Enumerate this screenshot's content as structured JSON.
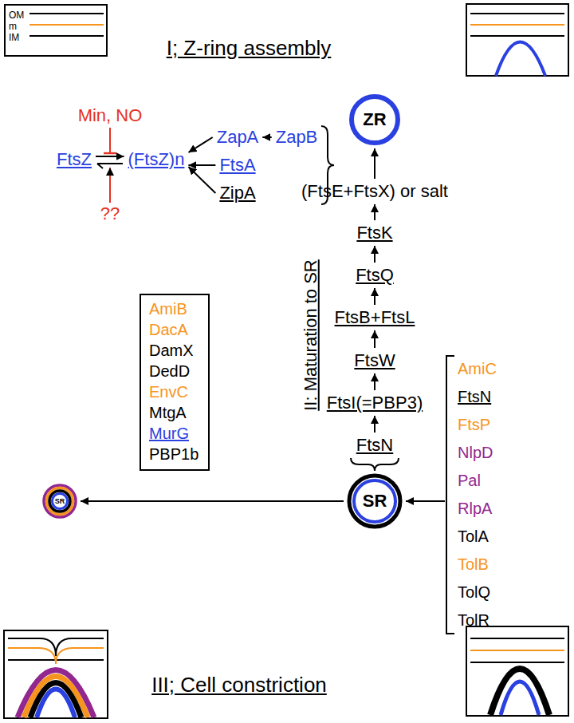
{
  "diagram": {
    "nodes": [
      {
        "text": [
          "OM",
          "m",
          "IM"
        ]
      },
      {
        "text": [
          "FtsZ"
        ]
      },
      {
        "text": [
          "(FtsZ)n"
        ]
      },
      {
        "text": [
          "ZapA"
        ]
      },
      {
        "text": [
          "ZapB"
        ]
      },
      {
        "text": [
          "FtsA"
        ]
      },
      {
        "text": [
          "ZipA"
        ]
      },
      {
        "text": [
          "ZR"
        ]
      },
      {
        "text": [
          "(FtsE+FtsX) or salt"
        ]
      },
      {
        "text": [
          "FtsK"
        ]
      },
      {
        "text": [
          "FtsQ"
        ]
      },
      {
        "text": [
          "FtsB+FtsL"
        ]
      },
      {
        "text": [
          "FtsW"
        ]
      },
      {
        "text": [
          "FtsI(=PBP3)"
        ]
      },
      {
        "text": [
          "FtsN"
        ]
      },
      {
        "text": [
          "SR"
        ]
      },
      {
        "text": [
          "SR"
        ]
      },
      {
        "text": [
          "AmiB",
          "DacA",
          "DamX",
          "DedD",
          "EnvC",
          "MtgA",
          "MurG",
          "PBP1b"
        ]
      }
    ],
    "edges": [
      {
        "from": 1,
        "to": 2,
        "arrow": "to"
      },
      {
        "from": 3,
        "to": 2,
        "arrow": "to"
      },
      {
        "from": 5,
        "to": 2,
        "arrow": "to"
      },
      {
        "from": 6,
        "to": 2,
        "arrow": "to"
      },
      {
        "from": 4,
        "to": 3,
        "arrow": "to"
      },
      {
        "from": 8,
        "to": 7,
        "arrow": "to"
      },
      {
        "from": 9,
        "to": 8,
        "arrow": "to"
      },
      {
        "from": 10,
        "to": 9,
        "arrow": "to"
      },
      {
        "from": 11,
        "to": 10,
        "arrow": "to"
      },
      {
        "from": 12,
        "to": 11,
        "arrow": "to"
      },
      {
        "from": 13,
        "to": 12,
        "arrow": "to"
      },
      {
        "from": 14,
        "to": 13,
        "arrow": "to"
      },
      {
        "from": 15,
        "to": 16,
        "arrow": "to"
      }
    ],
    "labels": [
      "I; Z-ring assembly",
      "Min, NO",
      "??",
      "II: Maturation to SR",
      "AmiC",
      "FtsN",
      "FtsP",
      "NlpD",
      "Pal",
      "RlpA",
      "TolA",
      "TolB",
      "TolQ",
      "TolR",
      "III; Cell constriction"
    ]
  }
}
